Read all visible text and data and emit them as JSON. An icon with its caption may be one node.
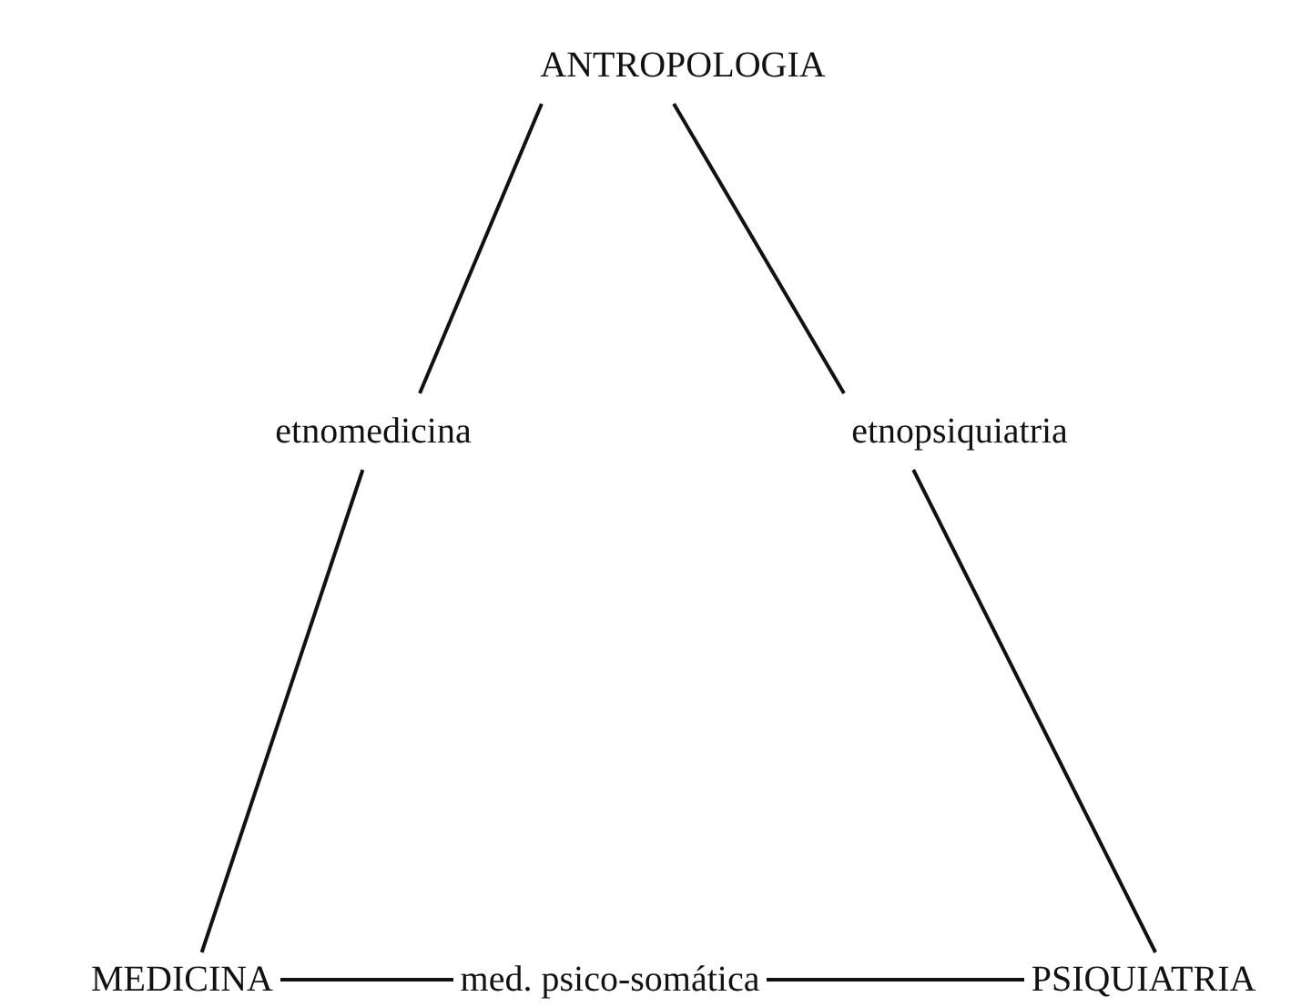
{
  "diagram": {
    "nodes": [
      {
        "text": [
          "ANTROPOLOGIA"
        ]
      },
      {
        "text": [
          "etnomedicina"
        ]
      },
      {
        "text": [
          "etnopsiquiatria"
        ]
      },
      {
        "text": [
          "MEDICINA"
        ]
      },
      {
        "text": [
          "med. psico-somática"
        ]
      },
      {
        "text": [
          "PSIQUIATRIA"
        ]
      }
    ],
    "edges": [
      {
        "from": 0,
        "to": 1,
        "arrow": "none"
      },
      {
        "from": 0,
        "to": 2,
        "arrow": "none"
      },
      {
        "from": 1,
        "to": 3,
        "arrow": "none"
      },
      {
        "from": 2,
        "to": 5,
        "arrow": "none"
      },
      {
        "from": 3,
        "to": 4,
        "arrow": "none"
      },
      {
        "from": 4,
        "to": 5,
        "arrow": "none"
      }
    ]
  }
}
